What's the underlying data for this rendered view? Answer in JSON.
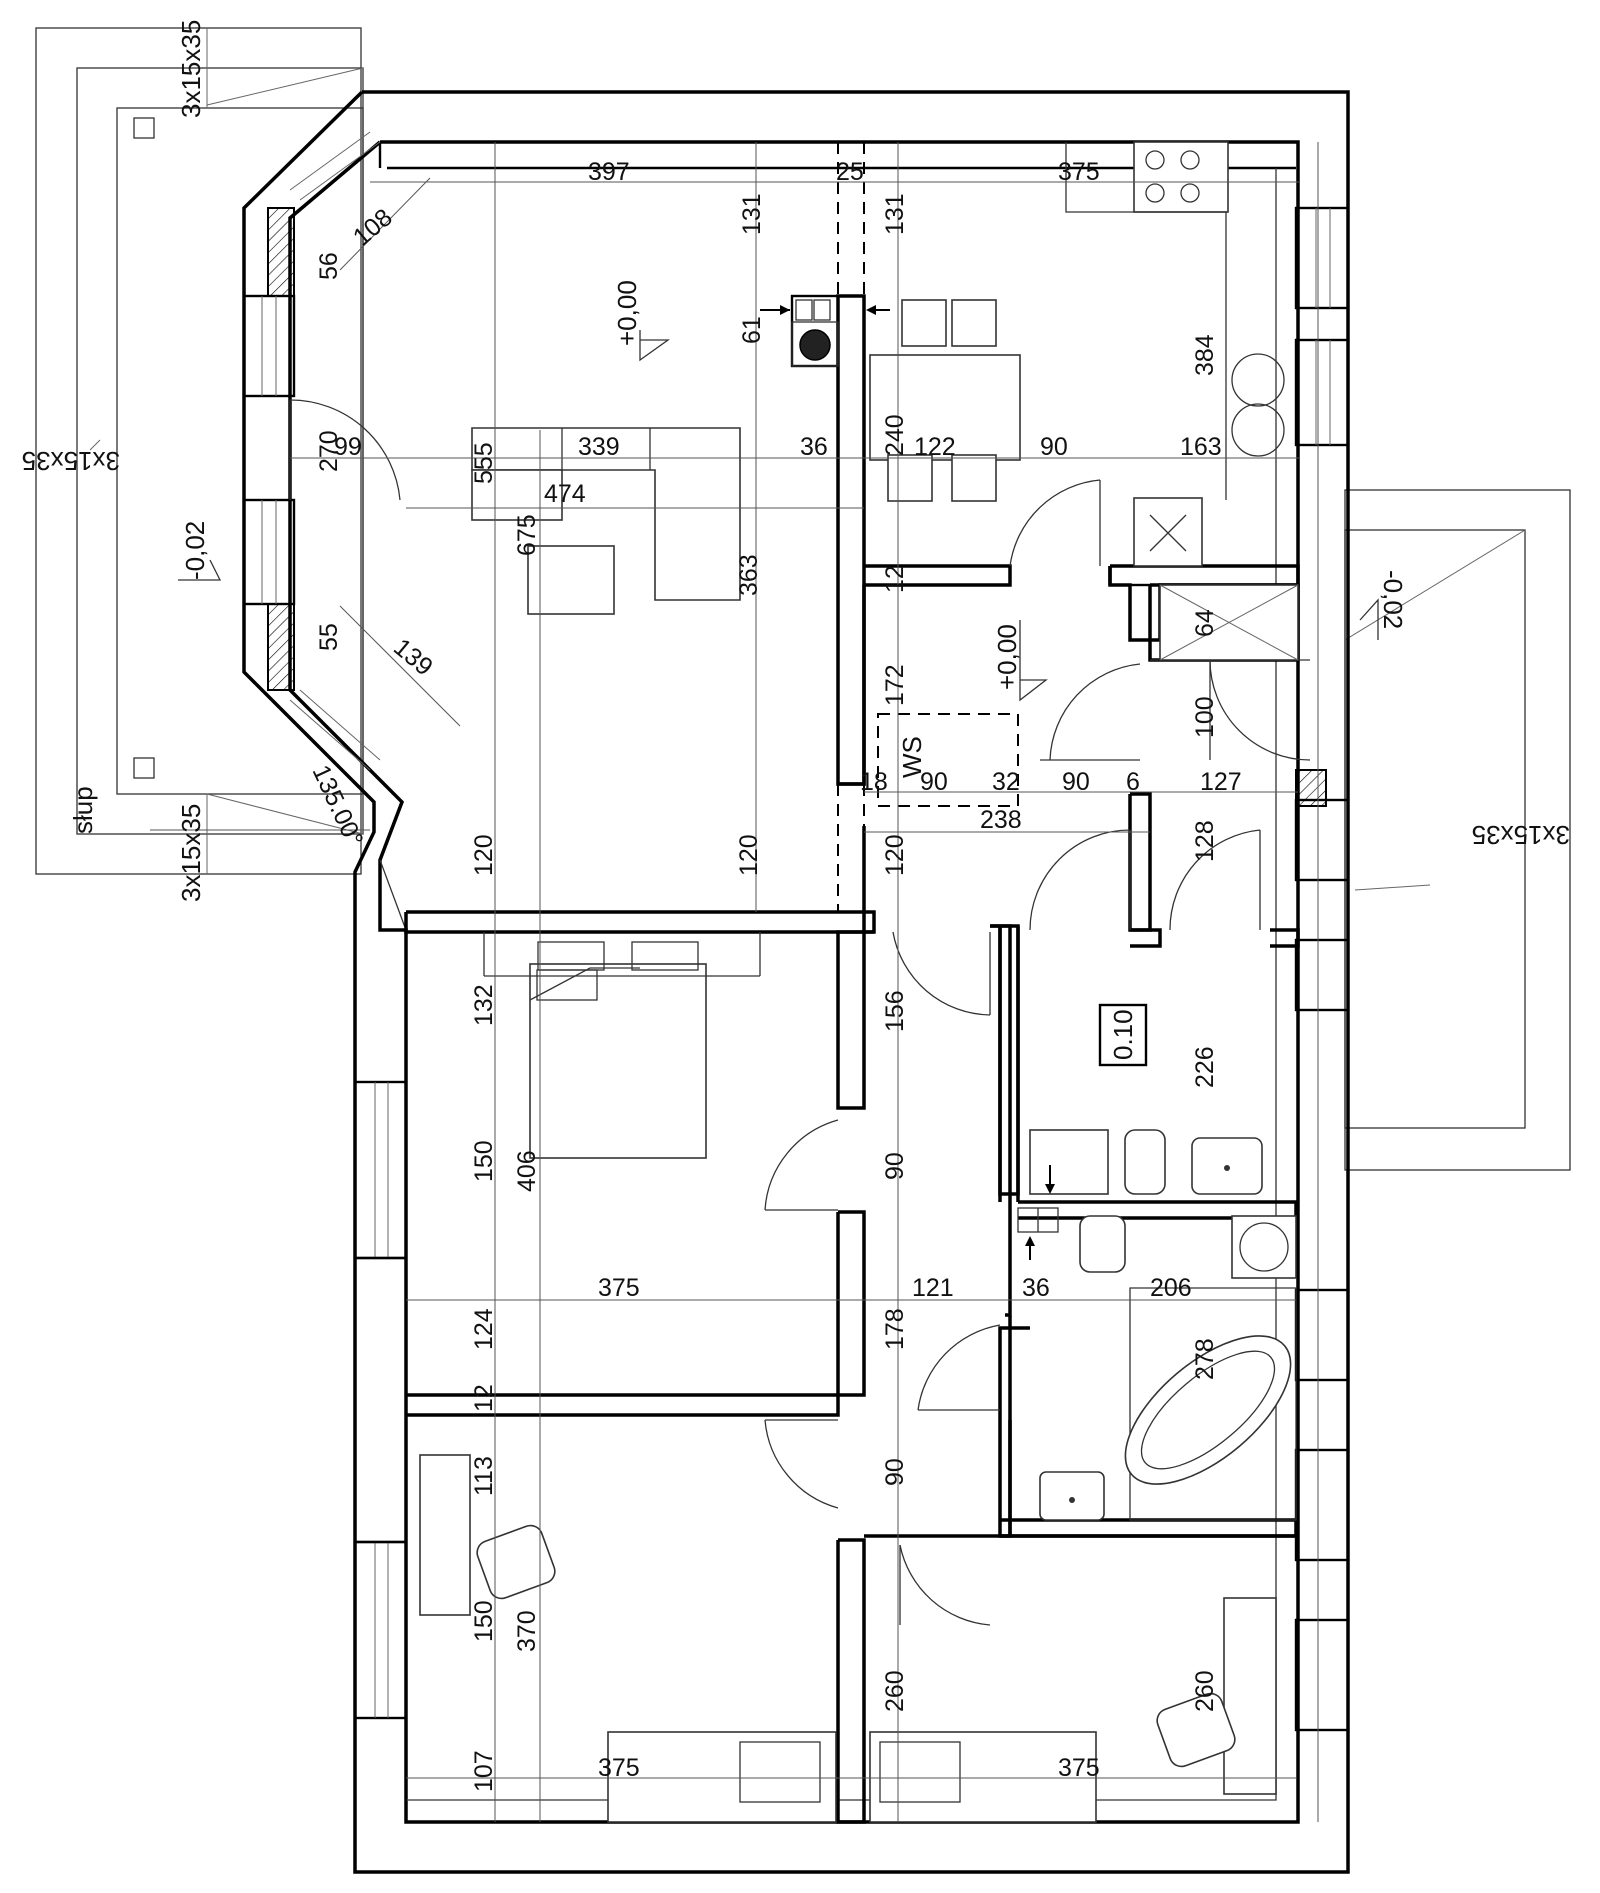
{
  "plan": {
    "scale_label": "",
    "dimensions": {
      "living_top": "397",
      "chimney_gap_top": "25",
      "kitchen_top": "375",
      "chimney_v1": "131",
      "chimney_v2": "131",
      "chimney_v3": "61",
      "bay_diag_1": "108",
      "bay_small_1": "56",
      "kitchen_right_v": "384",
      "window_v": "270",
      "living_h_1": "99",
      "living_h_2": "339",
      "living_h_3": "36",
      "kitchen_h_1": "240",
      "kitchen_h_2": "122",
      "kitchen_h_3": "90",
      "kitchen_h_4": "163",
      "living_v_555": "555",
      "living_w_474": "474",
      "living_v_675": "675",
      "living_v_363": "363",
      "hall_v_12": "12",
      "bath_small_64": "64",
      "bay_small_55": "55",
      "bay_diag_139": "139",
      "hall_v_172": "172",
      "hall_v_100": "100",
      "hall_h_18": "18",
      "hall_h_90a": "90",
      "hall_h_32": "32",
      "hall_h_90b": "90",
      "hall_h_6": "6",
      "hall_h_127": "127",
      "hall_h_238": "238",
      "angle": "135.00°",
      "living_v_120a": "120",
      "living_v_120b": "120",
      "hall_v_120": "120",
      "hall_v_128": "128",
      "bed1_v_132": "132",
      "corr_v_156": "156",
      "wc_v_226": "226",
      "bed1_v_150": "150",
      "bed1_v_406": "406",
      "corr_v_90a": "90",
      "bed1_h_375": "375",
      "corr_h_121": "121",
      "bath_h_36": "36",
      "bath_h_206": "206",
      "bed1_v_124": "124",
      "corr_v_178": "178",
      "bath_v_278": "278",
      "bed2_v_12": "12",
      "bed2_v_113": "113",
      "corr_v_90b": "90",
      "bed2_v_150": "150",
      "bed2_v_370": "370",
      "bed3_v_260a": "260",
      "bed3_v_260b": "260",
      "bed2_v_107": "107",
      "bed2_h_375": "375",
      "bed3_h_375": "375"
    },
    "labels": {
      "level_living": "+0,00",
      "level_hall": "+0,00",
      "level_terrace_left": "-0,02",
      "level_terrace_right": "-0,02",
      "ws": "WS",
      "wc_label": "0.10",
      "pillar_top": "3x15x35",
      "pillar_bottom": "3x15x35",
      "pillar_left": "3x15x35",
      "pillar_right": "3x15x35",
      "slup": "słup"
    }
  }
}
